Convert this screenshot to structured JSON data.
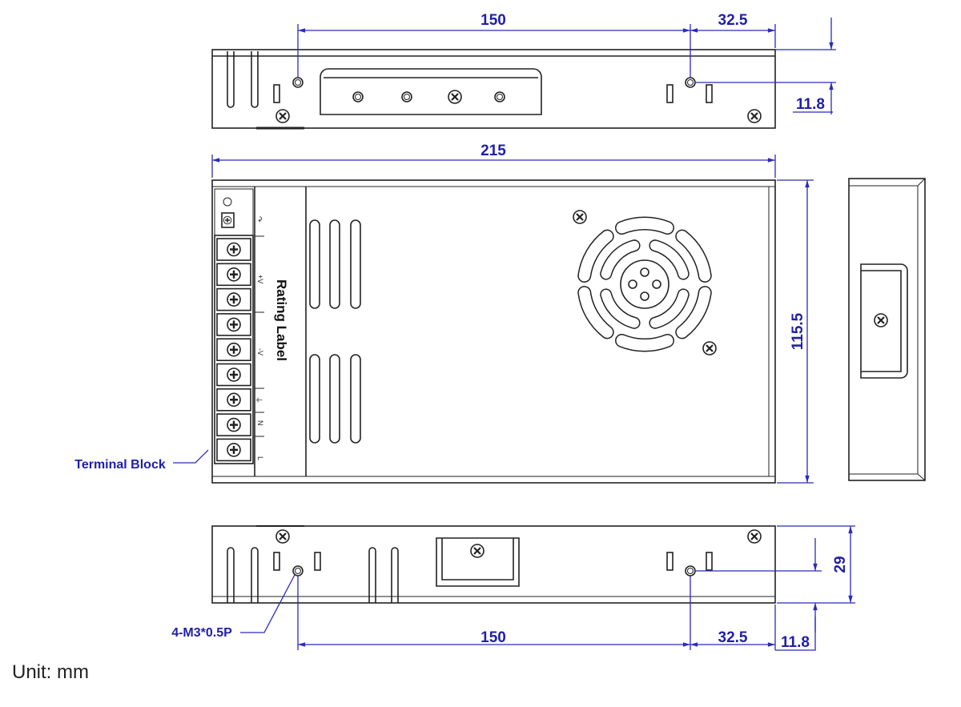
{
  "colors": {
    "outline": "#222222",
    "dimension": "#2b2bb8"
  },
  "top_view": {
    "dim_hole_spacing": "150",
    "dim_edge_offset": "32.5",
    "dim_hole_height": "11.8"
  },
  "front_view": {
    "dim_length": "215",
    "dim_width": "115.5",
    "rating_label": "Rating Label",
    "terminal_block_label": "Terminal Block",
    "terminal_marks": [
      "+V",
      "-V",
      "N",
      "L"
    ]
  },
  "bottom_view": {
    "dim_hole_spacing": "150",
    "dim_edge_offset": "32.5",
    "dim_hole_height": "11.8",
    "dim_height": "29",
    "screw_spec": "4-M3*0.5P"
  },
  "unit_label": "Unit: mm"
}
